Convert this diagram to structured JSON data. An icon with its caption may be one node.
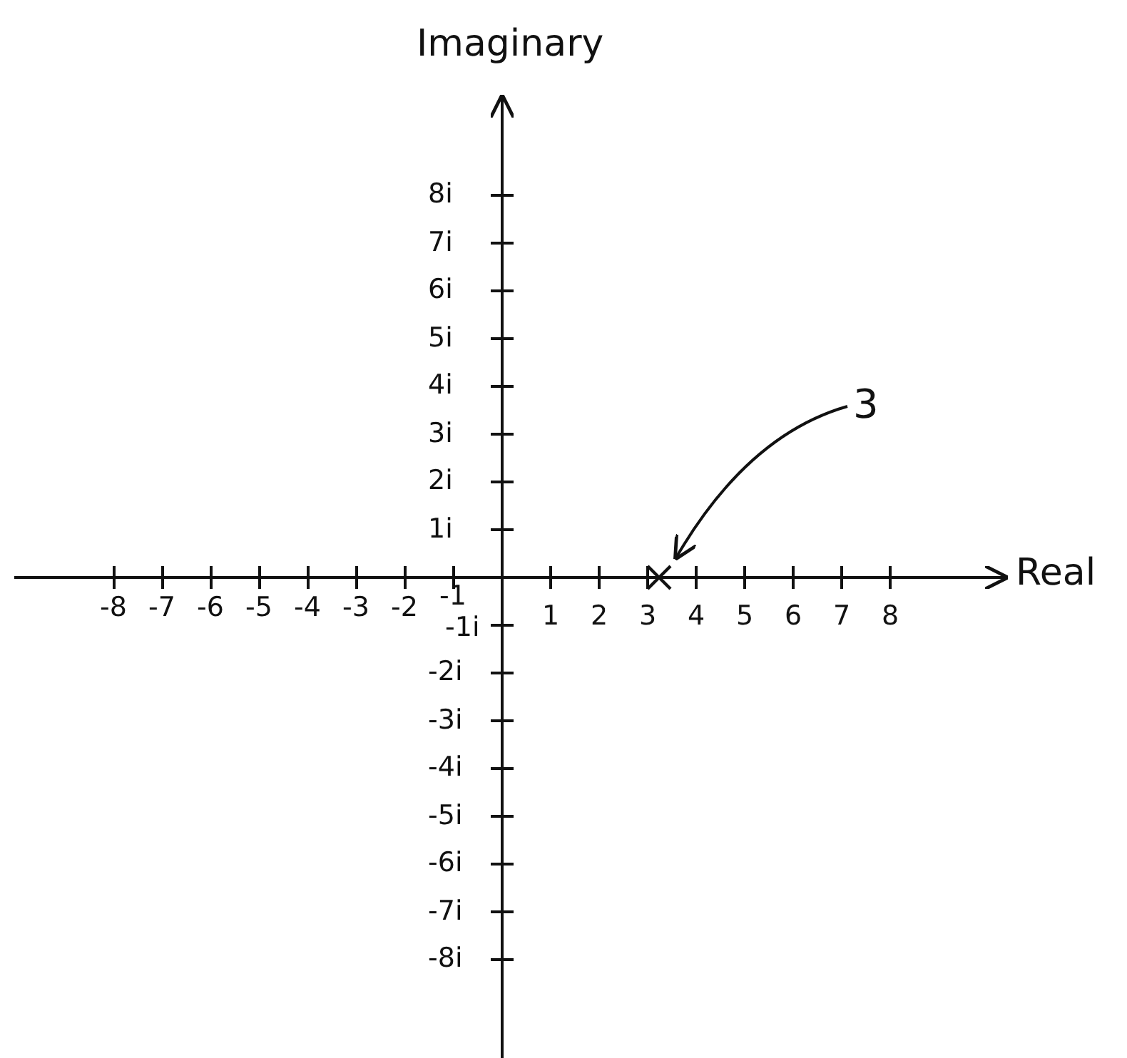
{
  "diagram": {
    "nodes": [
      {
        "text": [
          "3"
        ]
      },
      {
        "text": [],
        "shape": "cross"
      }
    ],
    "edges": [
      {
        "from": 0,
        "to": 1,
        "arrow": "to"
      }
    ],
    "labels": [
      "Imaginary",
      "8i",
      "7i",
      "6i",
      "5i",
      "4i",
      "3i",
      "2i",
      "1i",
      "Real",
      "-8",
      "-7",
      "-6",
      "-5",
      "-4",
      "-3",
      "-2",
      "-1",
      "-1i",
      "1",
      "2",
      "3",
      "4",
      "5",
      "6",
      "7",
      "8",
      "-2i",
      "-3i",
      "-4i",
      "-5i",
      "-6i",
      "-7i",
      "-8i"
    ]
  }
}
